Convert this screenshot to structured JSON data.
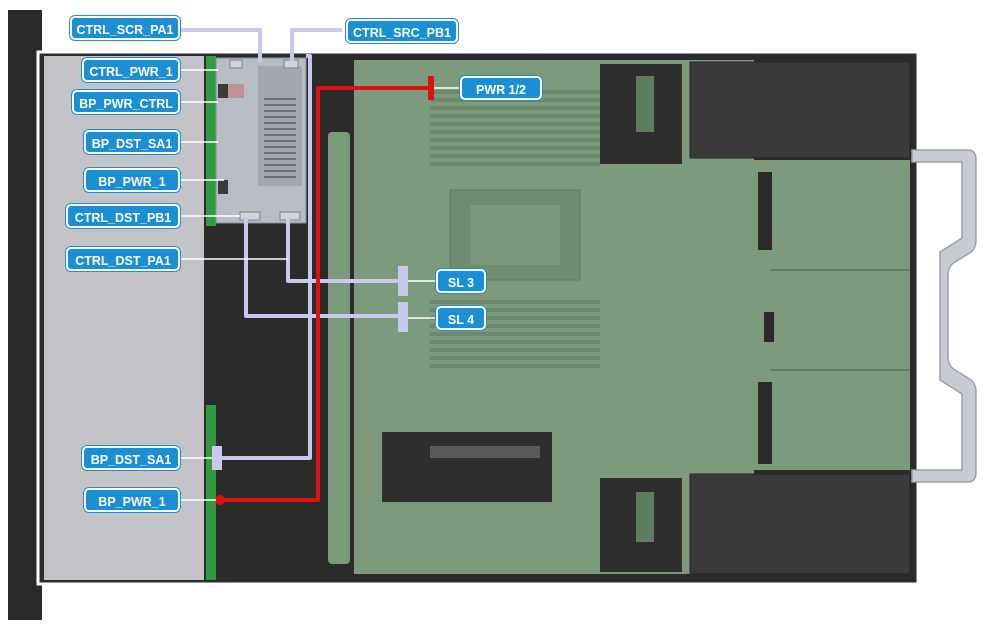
{
  "labels": {
    "ctrl_scr_pa1": "CTRL_SCR_PA1",
    "ctrl_src_pb1": "CTRL_SRC_PB1",
    "ctrl_pwr_1": "CTRL_PWR_1",
    "bp_pwr_ctrl": "BP_PWR_CTRL",
    "bp_dst_sa1_top": "BP_DST_SA1",
    "bp_pwr_1_top": "BP_PWR_1",
    "ctrl_dst_pb1": "CTRL_DST_PB1",
    "ctrl_dst_pa1": "CTRL_DST_PA1",
    "bp_dst_sa1_bottom": "BP_DST_SA1",
    "bp_pwr_1_bottom": "BP_PWR_1",
    "pwr_1_2": "PWR 1/2",
    "sl_3": "SL 3",
    "sl_4": "SL 4"
  },
  "colors": {
    "label_fill": "#1a8fd6",
    "power_cable": "#e01010",
    "signal_cable": "#c9c9ee",
    "board": "#7d9a7d",
    "chassis": "#2b2b2b",
    "backplane": "#2e9b3e"
  }
}
